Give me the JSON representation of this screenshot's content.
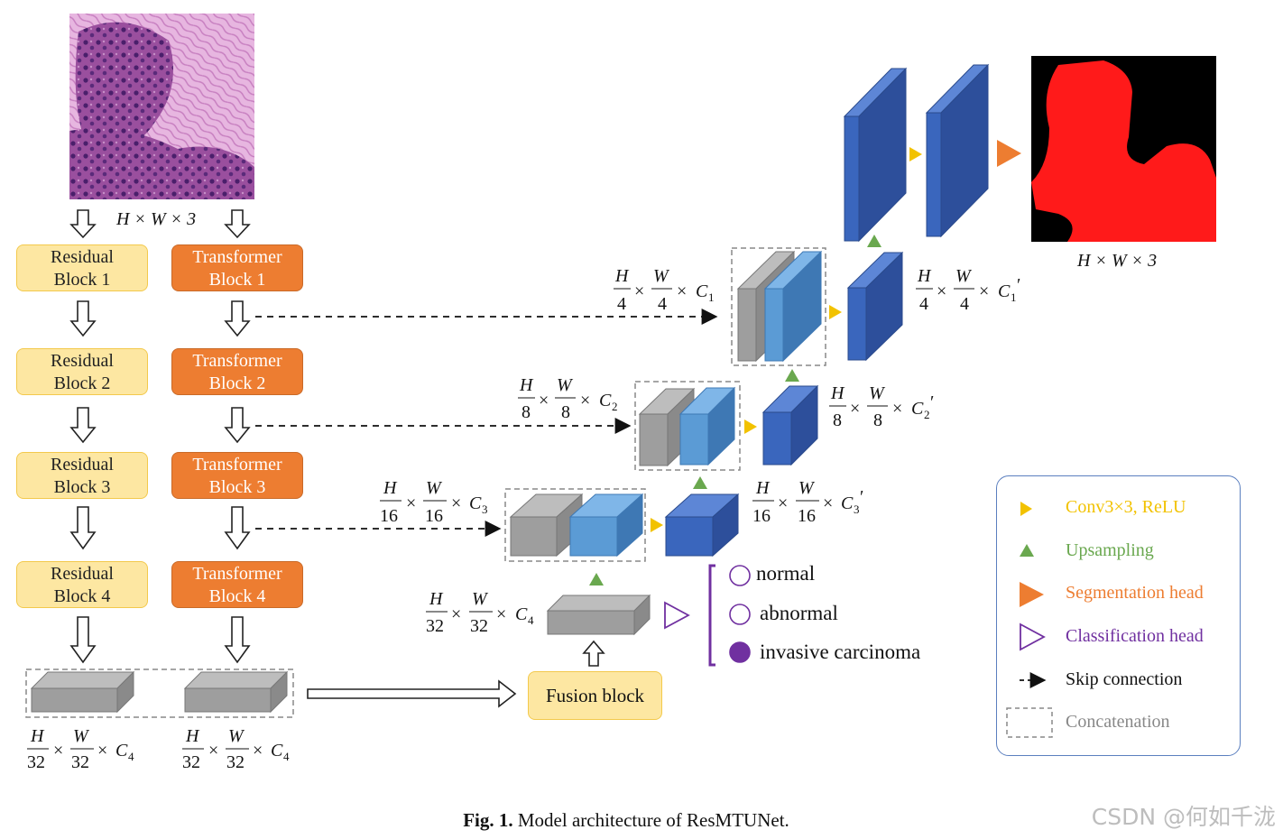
{
  "encoder": {
    "input_dim": "H × W × 3",
    "residual_blocks": [
      "Residual Block 1",
      "Residual Block 2",
      "Residual Block 3",
      "Residual Block 4"
    ],
    "transformer_blocks": [
      "Transformer Block 1",
      "Transformer Block 2",
      "Transformer Block 3",
      "Transformer Block 4"
    ]
  },
  "fusion": {
    "label": "Fusion block"
  },
  "output_dim": "H × W × 3",
  "classification": {
    "classes": [
      "normal",
      "abnormal",
      "invasive carcinoma"
    ]
  },
  "legend": {
    "items": [
      {
        "label": "Conv3×3, ReLU",
        "color": "#f2c200"
      },
      {
        "label": "Upsampling",
        "color": "#6aa84f"
      },
      {
        "label": "Segmentation head",
        "color": "#ed7d31"
      },
      {
        "label": "Classification head",
        "color": "#7030a0"
      },
      {
        "label": "Skip connection",
        "color": "#111111"
      },
      {
        "label": "Concatenation",
        "color": "#888888"
      }
    ]
  },
  "caption": {
    "prefix": "Fig. 1.",
    "text": " Model architecture of ResMTUNet."
  },
  "watermark": "CSDN @何如千泷",
  "colors": {
    "residual_fill": "#fde7a2",
    "transformer_fill": "#ed7d31",
    "decoder_blue": "#2f55a4",
    "concat_blue": "#5b9bd5",
    "feature_gray": "#9e9e9e",
    "seg_red": "#ff1a1a"
  }
}
